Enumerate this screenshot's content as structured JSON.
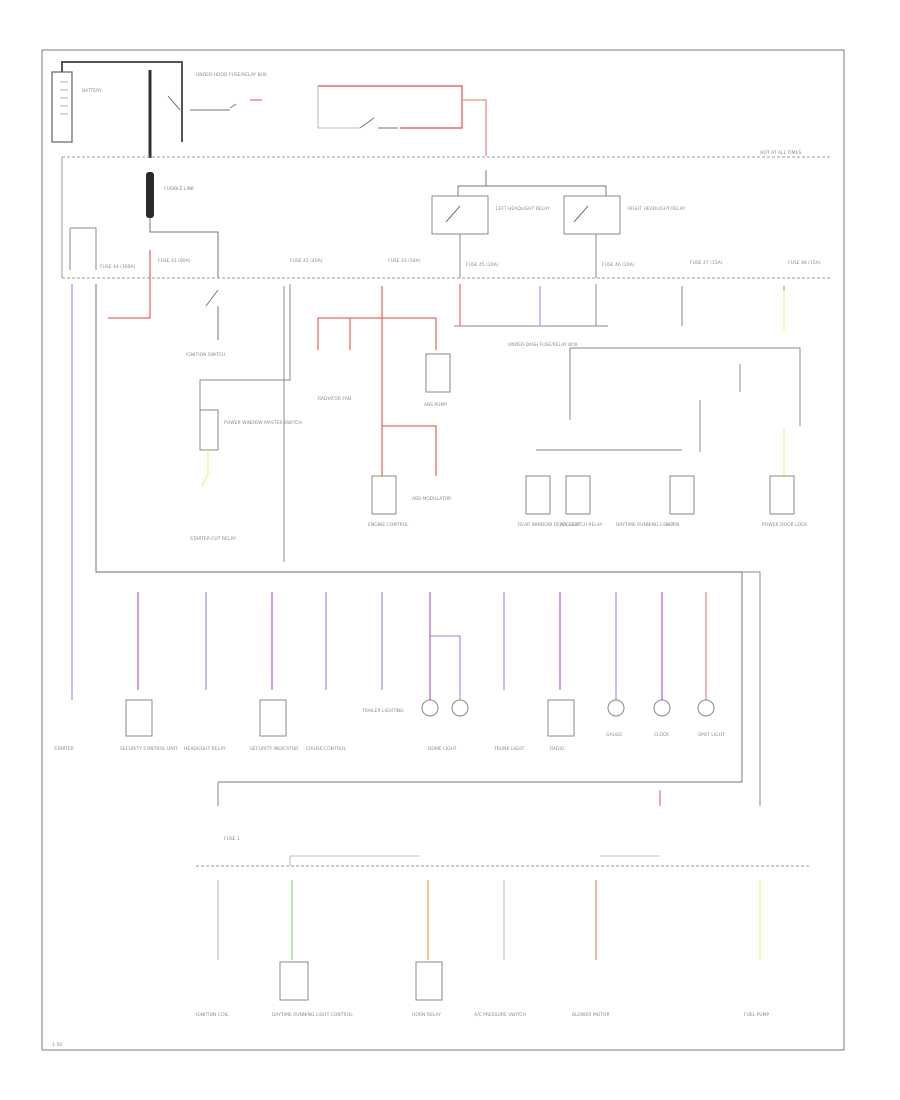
{
  "colors": {
    "frame": "#9a9a9a",
    "wire_black": "#555555",
    "wire_red": "#e86a6a",
    "wire_pink": "#f08a8a",
    "wire_blue": "#9a9aff",
    "wire_violet": "#b56ad0",
    "wire_green": "#8ee08e",
    "wire_orange": "#f5a04a",
    "wire_yellow": "#f0f080",
    "wire_yellow_green": "#d8e88a"
  },
  "top": {
    "battery_label": "BATTERY",
    "underhood_label": "UNDER-HOOD FUSE/RELAY BOX",
    "bus_label": "HOT AT ALL TIMES",
    "fusible_label": "FUSIBLE LINK",
    "relay_left_label": "LEFT HEADLIGHT RELAY",
    "relay_right_label": "RIGHT HEADLIGHT RELAY"
  },
  "fuses_top": [
    "FUSE 44 (100A)",
    "FUSE 41 (80A)",
    "FUSE 42 (40A)",
    "FUSE 43 (50A)",
    "FUSE 45 (20A)",
    "FUSE 46 (20A)",
    "FUSE 47 (15A)",
    "FUSE 48 (15A)"
  ],
  "middle": {
    "ignition_label": "IGNITION SWITCH",
    "fuse_relay_label": "UNDER-DASH FUSE/RELAY BOX",
    "abs_label": "ABS PUMP",
    "fan_label": "RADIATOR FAN",
    "power_window_label": "POWER WINDOW MASTER SWITCH",
    "starter_label": "STARTER CUT RELAY",
    "loads": [
      "ENGINE CONTROL",
      "ABS MODULATOR",
      "REAR WINDOW DEFOGGER",
      "A/C CLUTCH RELAY",
      "DAYTIME RUNNING LIGHT",
      "HORN",
      "POWER DOOR LOCK"
    ]
  },
  "loads_row": [
    "STARTER",
    "SECURITY CONTROL UNIT",
    "HEADLIGHT RELAY",
    "SECURITY INDICATOR",
    "CRUISE CONTROL",
    "TRAILER LIGHTING",
    "DOME LIGHT",
    "TRUNK LIGHT",
    "RADIO",
    "GAUGE",
    "CLOCK",
    "SPOT LIGHT"
  ],
  "bottom": {
    "loads": [
      "IGNITION COIL",
      "DAYTIME RUNNING LIGHT CONTROL",
      "HORN RELAY",
      "A/C PRESSURE SWITCH",
      "BLOWER MOTOR",
      "FUEL PUMP"
    ],
    "left_label": "FUSE 1"
  },
  "page_ref": "1-50"
}
